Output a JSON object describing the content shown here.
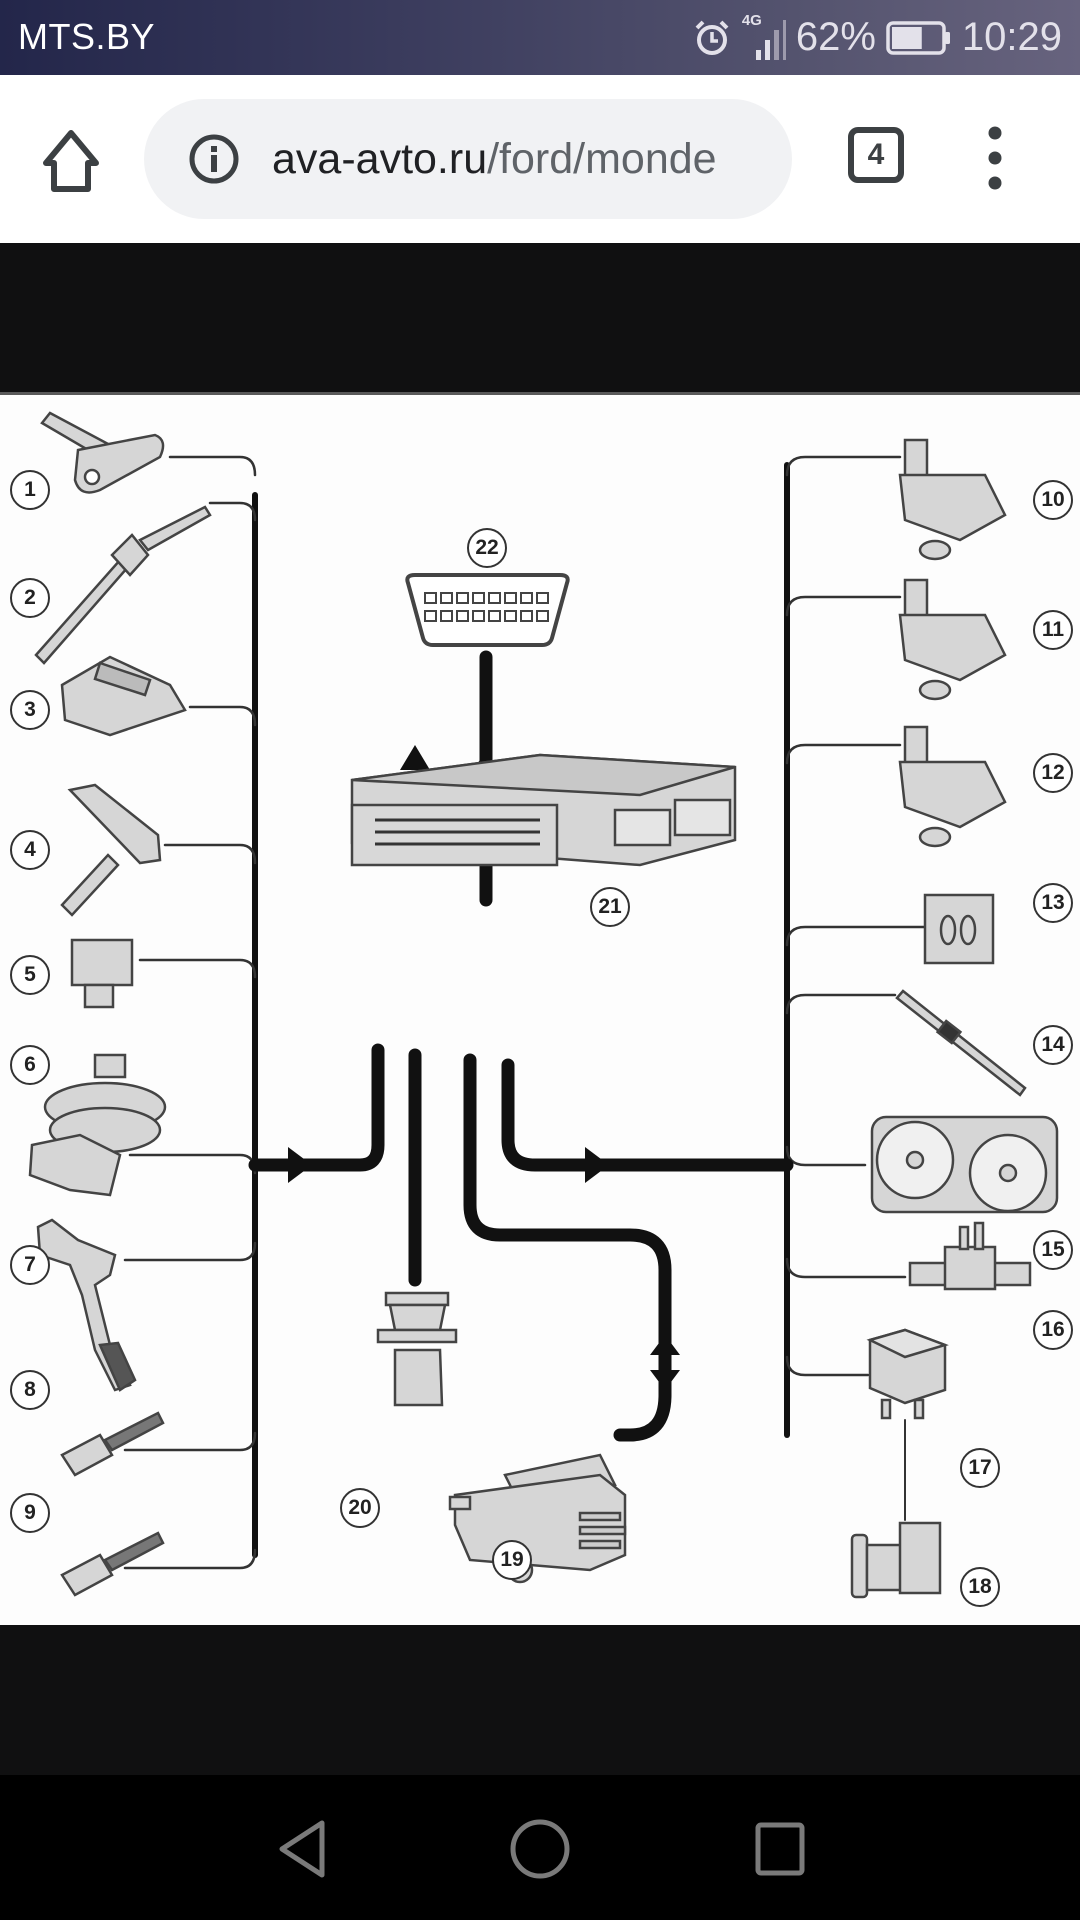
{
  "status_bar": {
    "carrier": "MTS.BY",
    "alarm_icon": "alarm-icon",
    "network_type": "4G",
    "signal_icon": "signal-icon",
    "battery_percent": "62%",
    "battery_level": 0.62,
    "battery_icon": "battery-icon",
    "time": "10:29"
  },
  "browser": {
    "home_icon": "home-icon",
    "site_info_icon": "info-icon",
    "url_domain": "ava-avto.ru",
    "url_path": "/ford/monde",
    "tab_count": "4",
    "menu_icon": "more-vert-icon"
  },
  "diagram": {
    "description": "Engine management system component wiring diagram",
    "callouts": [
      "1",
      "2",
      "3",
      "4",
      "5",
      "6",
      "7",
      "8",
      "9",
      "10",
      "11",
      "12",
      "13",
      "14",
      "15",
      "16",
      "17",
      "18",
      "19",
      "20",
      "21",
      "22"
    ]
  },
  "nav_bar": {
    "back_icon": "back-icon",
    "home_icon": "home-circle-icon",
    "recents_icon": "recents-icon"
  },
  "colors": {
    "status_bar_start": "#23264a",
    "status_bar_end": "#67637e",
    "omnibox_bg": "#f1f2f4",
    "dark_band": "#101011",
    "nav_icon": "#7a7a7a"
  }
}
